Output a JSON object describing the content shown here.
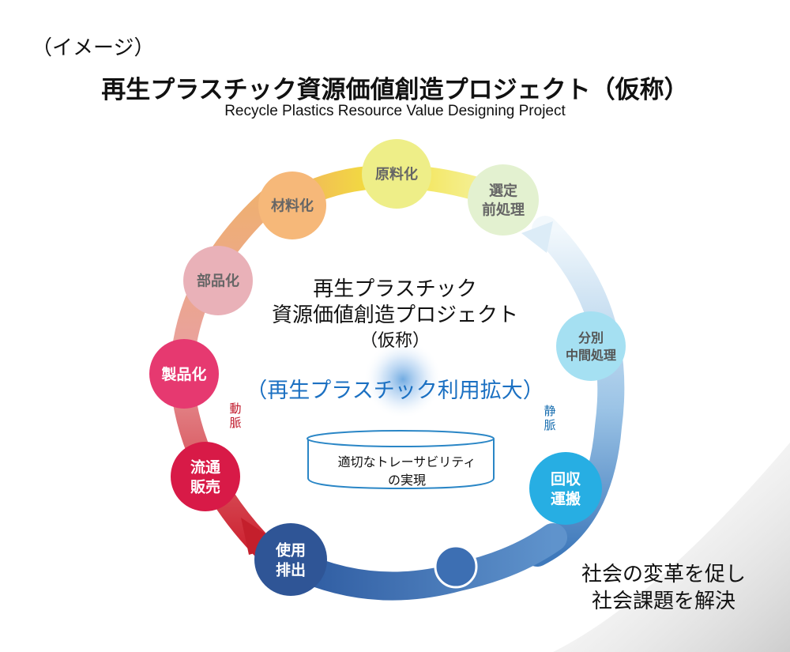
{
  "image_note": "（イメージ）",
  "title": "再生プラスチック資源価値創造プロジェクト（仮称）",
  "subtitle": "Recycle Plastics Resource Value Designing Project",
  "center": {
    "line1": "再生プラスチック",
    "line2": "資源価値創造プロジェクト",
    "line3": "（仮称）",
    "expansion": "（再生プラスチック利用拡大）"
  },
  "traceability": {
    "line1": "適切なトレーサビリティ",
    "line2": "の実現"
  },
  "flow_labels": {
    "arterial": "動脈",
    "venous": "静脈"
  },
  "stages": [
    {
      "lines": [
        "原料化"
      ],
      "color": "#eeee88",
      "text_color": "#666666"
    },
    {
      "lines": [
        "選定",
        "前処理"
      ],
      "color": "#e3f1d0",
      "text_color": "#666666"
    },
    {
      "lines": [
        "分別",
        "中間処理"
      ],
      "color": "#a5e0f2",
      "text_color": "#555555"
    },
    {
      "lines": [
        "回収",
        "運搬"
      ],
      "color": "#27aee3",
      "text_color": "#ffffff"
    },
    {
      "lines": [
        ""
      ],
      "color": "#3d6fb3",
      "text_color": "#ffffff"
    },
    {
      "lines": [
        "使用",
        "排出"
      ],
      "color": "#2f5596",
      "text_color": "#ffffff"
    },
    {
      "lines": [
        "流通",
        "販売"
      ],
      "color": "#d81a47",
      "text_color": "#ffffff"
    },
    {
      "lines": [
        "製品化"
      ],
      "color": "#e63970",
      "text_color": "#ffffff"
    },
    {
      "lines": [
        "部品化"
      ],
      "color": "#e9b1b8",
      "text_color": "#666666"
    },
    {
      "lines": [
        "材料化"
      ],
      "color": "#f6b879",
      "text_color": "#666666"
    }
  ],
  "goal": {
    "line1": "社会の変革を促し",
    "line2": "社会課題を解決"
  }
}
